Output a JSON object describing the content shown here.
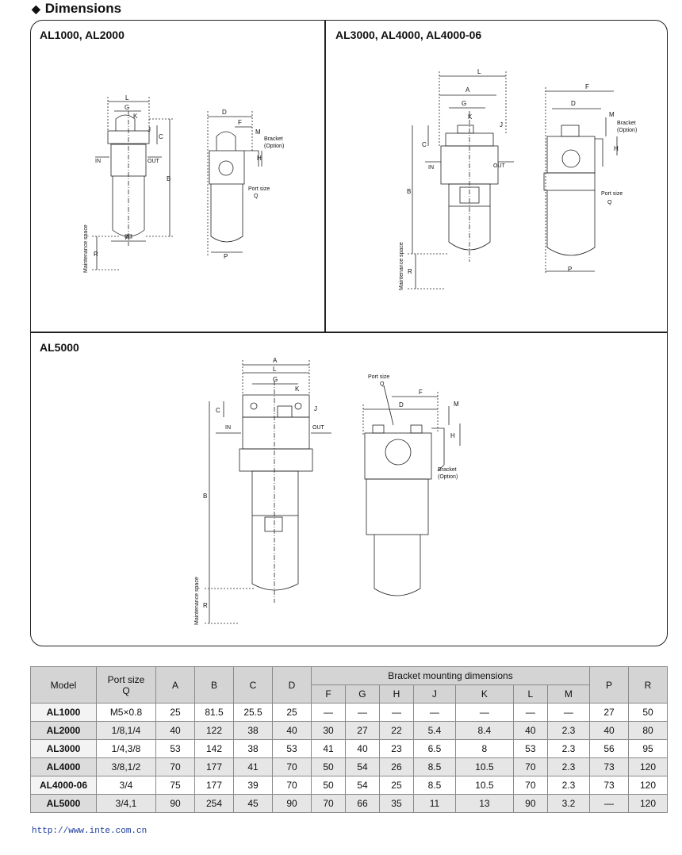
{
  "heading": "Dimensions",
  "panels": {
    "p1": "AL1000, AL2000",
    "p2": "AL3000, AL4000, AL4000-06",
    "p3": "AL5000"
  },
  "labels": {
    "L": "L",
    "G": "G",
    "K": "K",
    "J": "J",
    "C": "C",
    "B": "B",
    "A": "A",
    "D": "D",
    "F": "F",
    "M": "M",
    "H": "H",
    "P": "P",
    "R": "R",
    "in": "IN",
    "out": "OUT",
    "bracket": "Bracket",
    "option": "(Option)",
    "port_size": "Port size",
    "q": "Q",
    "maintenance": "Maintenance space"
  },
  "table": {
    "h_model": "Model",
    "h_port1": "Port size",
    "h_port2": "Q",
    "h_a": "A",
    "h_b": "B",
    "h_c": "C",
    "h_d": "D",
    "h_bracket": "Bracket mounting dimensions",
    "h_f": "F",
    "h_g": "G",
    "h_h": "H",
    "h_j": "J",
    "h_k": "K",
    "h_l": "L",
    "h_m": "M",
    "h_p": "P",
    "h_r": "R",
    "rows": [
      [
        "AL1000",
        "M5×0.8",
        "25",
        "81.5",
        "25.5",
        "25",
        "—",
        "—",
        "—",
        "—",
        "—",
        "—",
        "—",
        "27",
        "50"
      ],
      [
        "AL2000",
        "1/8,1/4",
        "40",
        "122",
        "38",
        "40",
        "30",
        "27",
        "22",
        "5.4",
        "8.4",
        "40",
        "2.3",
        "40",
        "80"
      ],
      [
        "AL3000",
        "1/4,3/8",
        "53",
        "142",
        "38",
        "53",
        "41",
        "40",
        "23",
        "6.5",
        "8",
        "53",
        "2.3",
        "56",
        "95"
      ],
      [
        "AL4000",
        "3/8,1/2",
        "70",
        "177",
        "41",
        "70",
        "50",
        "54",
        "26",
        "8.5",
        "10.5",
        "70",
        "2.3",
        "73",
        "120"
      ],
      [
        "AL4000-06",
        "3/4",
        "75",
        "177",
        "39",
        "70",
        "50",
        "54",
        "25",
        "8.5",
        "10.5",
        "70",
        "2.3",
        "73",
        "120"
      ],
      [
        "AL5000",
        "3/4,1",
        "90",
        "254",
        "45",
        "90",
        "70",
        "66",
        "35",
        "11",
        "13",
        "90",
        "3.2",
        "—",
        "120"
      ]
    ]
  },
  "url": "http://www.inte.com.cn"
}
